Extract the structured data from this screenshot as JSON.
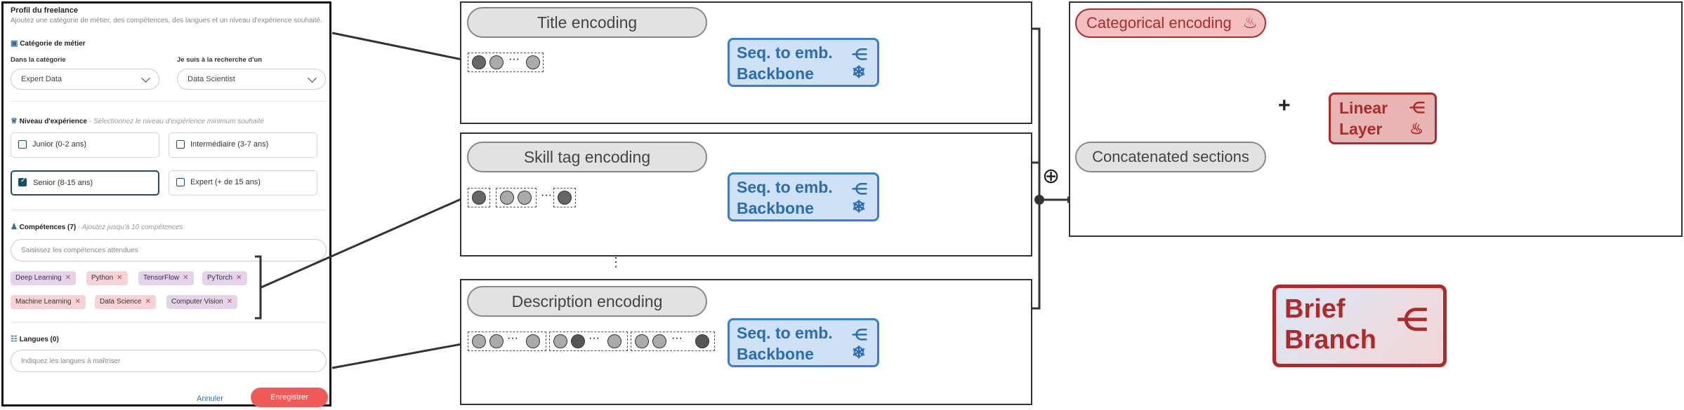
{
  "form": {
    "title": "Profil du freelance",
    "subtitle": "Ajoutez une catégorie de métier, des compétences, des langues et un niveau d'expérience souhaité.",
    "category_section": "Catégorie de métier",
    "label_category": "Dans la catégorie",
    "label_search": "Je suis à la recherche d'un",
    "category_value": "Expert Data",
    "search_value": "Data Scientist",
    "experience_section": "Niveau d'expérience",
    "experience_hint": "- Sélectionnez le niveau d'expérience minimum souhaité",
    "experience_options": [
      {
        "label": "Junior (0-2 ans)",
        "checked": false
      },
      {
        "label": "Intermédiaire (3-7 ans)",
        "checked": false
      },
      {
        "label": "Senior (8-15 ans)",
        "checked": true
      },
      {
        "label": "Expert (+ de 15 ans)",
        "checked": false
      }
    ],
    "skills_section": "Compétences (7)",
    "skills_hint": "- Ajoutez jusqu'à 10 compétences",
    "skills_placeholder": "Saisissez les compétences attendues",
    "skills": [
      "Deep Learning",
      "Python",
      "TensorFlow",
      "PyTorch",
      "Machine Learning",
      "Data Science",
      "Computer Vision"
    ],
    "languages_section": "Langues (0)",
    "languages_placeholder": "Indiquez les langues à maîtriser",
    "cancel": "Annuler",
    "save": "Enregistrer"
  },
  "diagram": {
    "title_encoding": "Title encoding",
    "skill_encoding": "Skill tag encoding",
    "description_encoding": "Description encoding",
    "backbone_line1": "Seq. to emb.",
    "backbone_line2": "Backbone",
    "ellipsis": "⋮",
    "categorical_encoding": "Categorical encoding",
    "concatenated_sections": "Concatenated sections",
    "linear_line1": "Linear",
    "linear_line2": "Layer",
    "brief_line1": "Brief",
    "brief_line2": "Branch",
    "plus": "+",
    "oplus": "⊕"
  },
  "colors": {
    "backbone_fill": "#cfe1f4",
    "backbone_border": "#3b7dc6",
    "linear_fill": "#e8b4b4",
    "linear_border": "#b02a2a",
    "teal": "#39c4bd",
    "red": "#f2646e",
    "yellow": "#f4c23a"
  }
}
